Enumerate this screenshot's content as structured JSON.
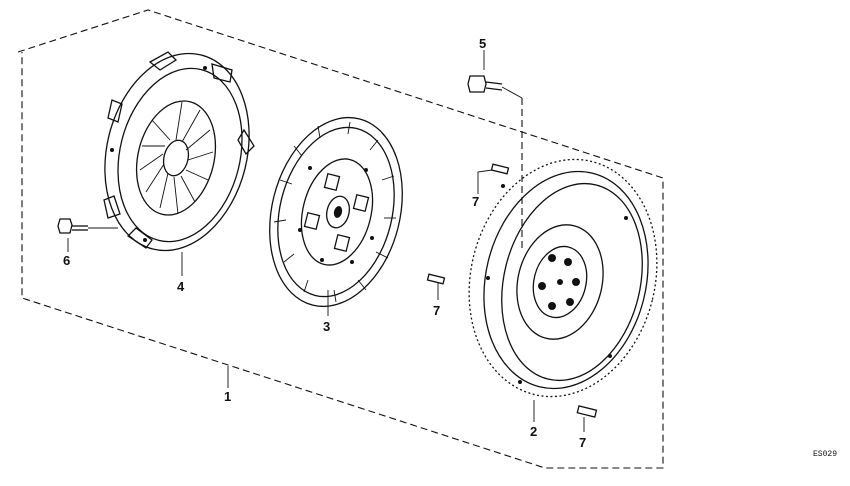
{
  "diagram": {
    "callouts": {
      "c1": "1",
      "c2": "2",
      "c3": "3",
      "c4": "4",
      "c5": "5",
      "c6": "6",
      "c7a": "7",
      "c7b": "7",
      "c7c": "7"
    },
    "drawing_code": "ES029"
  }
}
